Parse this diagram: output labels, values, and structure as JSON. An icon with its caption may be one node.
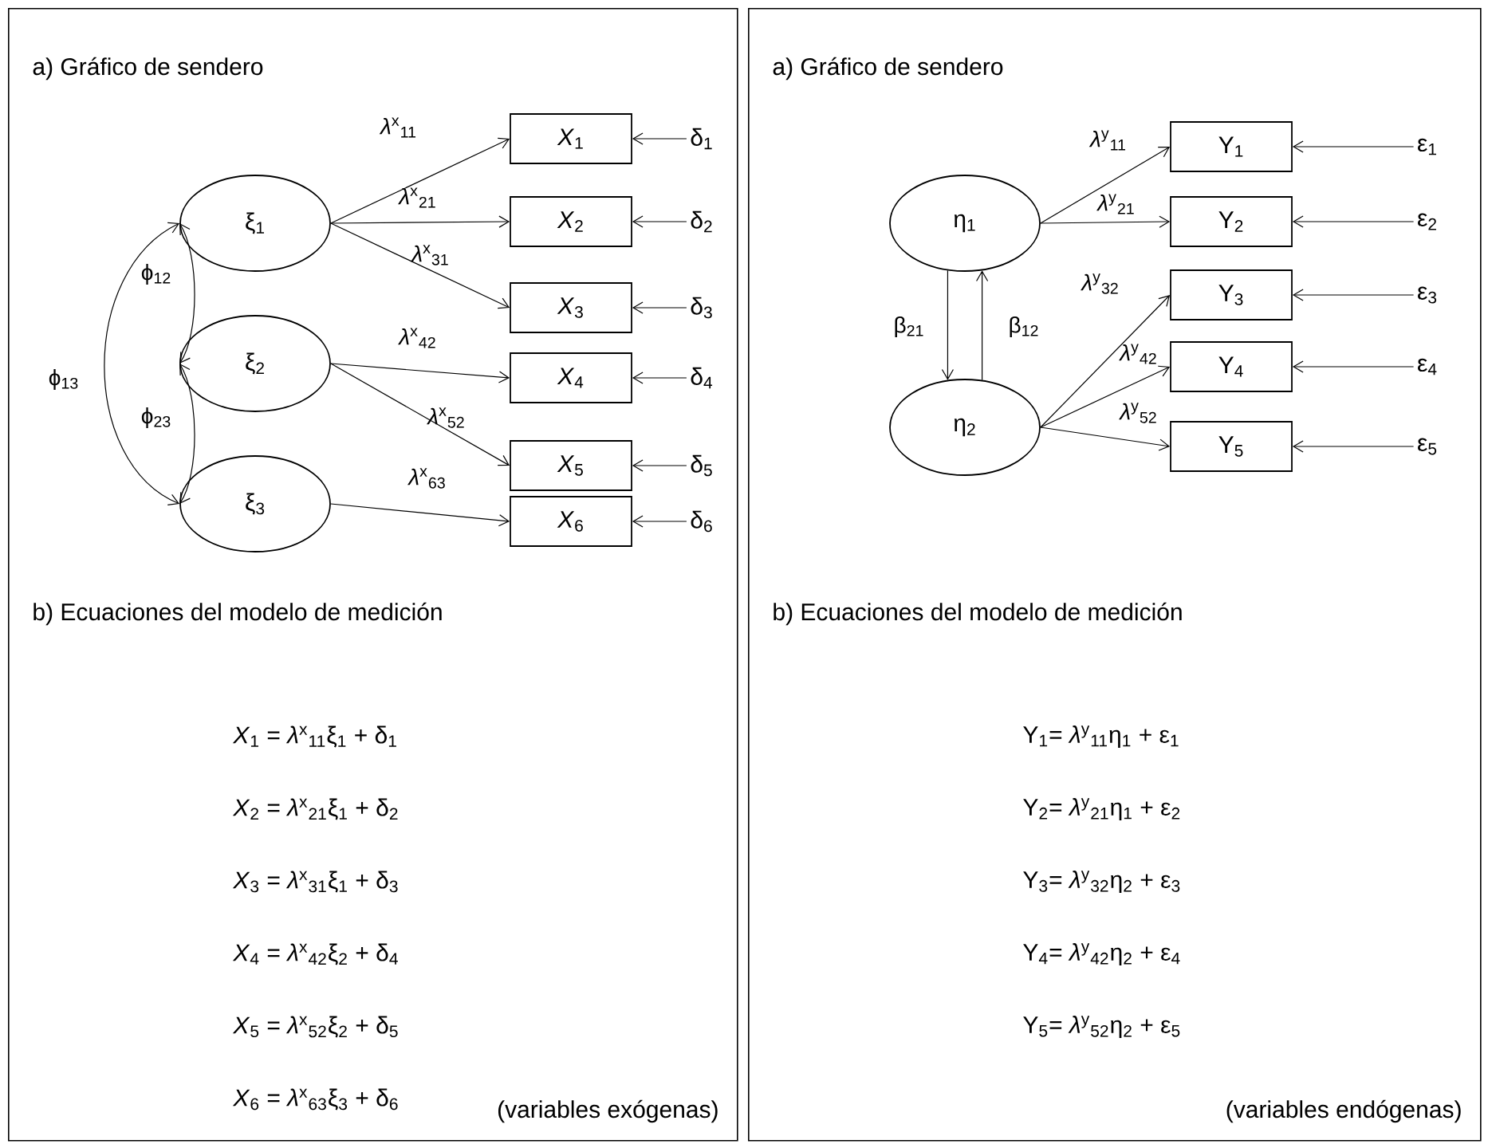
{
  "diagram": {
    "nodes": [
      {
        "text": [
          "a) Gráfico de sendero",
          "b) Ecuaciones del modelo de medición",
          "(variables exógenas)"
        ]
      },
      {
        "text": [
          "a) Gráfico de sendero",
          "b) Ecuaciones del modelo de medición",
          "(variables endógenas)"
        ]
      },
      {
        "text": [
          "ξ$_{1}$"
        ],
        "in": 0
      },
      {
        "text": [
          "ξ$_{2}$"
        ],
        "in": 0
      },
      {
        "text": [
          "ξ$_{3}$"
        ],
        "in": 0
      },
      {
        "text": [
          "*X*$_{1}$"
        ],
        "in": 0
      },
      {
        "text": [
          "*X*$_{2}$"
        ],
        "in": 0
      },
      {
        "text": [
          "*X*$_{3}$"
        ],
        "in": 0
      },
      {
        "text": [
          "*X*$_{4}$"
        ],
        "in": 0
      },
      {
        "text": [
          "*X*$_{5}$"
        ],
        "in": 0
      },
      {
        "text": [
          "*X*$_{6}$"
        ],
        "in": 0
      },
      {
        "text": [
          "δ$_{1}$"
        ],
        "in": 0
      },
      {
        "text": [
          "δ$_{2}$"
        ],
        "in": 0
      },
      {
        "text": [
          "δ$_{3}$"
        ],
        "in": 0
      },
      {
        "text": [
          "δ$_{4}$"
        ],
        "in": 0
      },
      {
        "text": [
          "δ$_{5}$"
        ],
        "in": 0
      },
      {
        "text": [
          "δ$_{6}$"
        ],
        "in": 0
      },
      {
        "text": [
          "η$_{1}$"
        ],
        "in": 1
      },
      {
        "text": [
          "η$_{2}$"
        ],
        "in": 1
      },
      {
        "text": [
          "Y$_{1}$"
        ],
        "in": 1
      },
      {
        "text": [
          "Y$_{2}$"
        ],
        "in": 1
      },
      {
        "text": [
          "Y$_{3}$"
        ],
        "in": 1
      },
      {
        "text": [
          "Y$_{4}$"
        ],
        "in": 1
      },
      {
        "text": [
          "Y$_{5}$"
        ],
        "in": 1
      },
      {
        "text": [
          "ε$_{1}$"
        ],
        "in": 1
      },
      {
        "text": [
          "ε$_{2}$"
        ],
        "in": 1
      },
      {
        "text": [
          "ε$_{3}$"
        ],
        "in": 1
      },
      {
        "text": [
          "ε$_{4}$"
        ],
        "in": 1
      },
      {
        "text": [
          "ε$_{5}$"
        ],
        "in": 1
      }
    ],
    "edges": [
      {
        "from": 2,
        "to": 5,
        "arrow": "to",
        "label": "*λ*$^{x}$$_{11}$"
      },
      {
        "from": 2,
        "to": 6,
        "arrow": "to",
        "label": "*λ*$^{x}$$_{21}$"
      },
      {
        "from": 2,
        "to": 7,
        "arrow": "to",
        "label": "*λ*$^{x}$$_{31}$"
      },
      {
        "from": 3,
        "to": 8,
        "arrow": "to",
        "label": "*λ*$^{x}$$_{42}$"
      },
      {
        "from": 3,
        "to": 9,
        "arrow": "to",
        "label": "*λ*$^{x}$$_{52}$"
      },
      {
        "from": 4,
        "to": 10,
        "arrow": "to",
        "label": "*λ*$^{x}$$_{63}$"
      },
      {
        "from": 11,
        "to": 5,
        "arrow": "to"
      },
      {
        "from": 12,
        "to": 6,
        "arrow": "to"
      },
      {
        "from": 13,
        "to": 7,
        "arrow": "to"
      },
      {
        "from": 14,
        "to": 8,
        "arrow": "to"
      },
      {
        "from": 15,
        "to": 9,
        "arrow": "to"
      },
      {
        "from": 16,
        "to": 10,
        "arrow": "to"
      },
      {
        "from": 2,
        "to": 3,
        "arrow": "both",
        "label": "ϕ$_{12}$"
      },
      {
        "from": 3,
        "to": 4,
        "arrow": "both",
        "label": "ϕ$_{23}$"
      },
      {
        "from": 2,
        "to": 4,
        "arrow": "both",
        "label": "ϕ$_{13}$"
      },
      {
        "from": 17,
        "to": 19,
        "arrow": "to",
        "label": "*λ*$^{y}$$_{11}$"
      },
      {
        "from": 17,
        "to": 20,
        "arrow": "to",
        "label": "*λ*$^{y}$$_{21}$"
      },
      {
        "from": 18,
        "to": 21,
        "arrow": "to",
        "label": "*λ*$^{y}$$_{32}$"
      },
      {
        "from": 18,
        "to": 22,
        "arrow": "to",
        "label": "*λ*$^{y}$$_{42}$"
      },
      {
        "from": 18,
        "to": 23,
        "arrow": "to",
        "label": "*λ*$^{y}$$_{52}$"
      },
      {
        "from": 24,
        "to": 19,
        "arrow": "to"
      },
      {
        "from": 25,
        "to": 20,
        "arrow": "to"
      },
      {
        "from": 26,
        "to": 21,
        "arrow": "to"
      },
      {
        "from": 27,
        "to": 22,
        "arrow": "to"
      },
      {
        "from": 28,
        "to": 23,
        "arrow": "to"
      },
      {
        "from": 17,
        "to": 18,
        "arrow": "to",
        "label": "β$_{21}$"
      },
      {
        "from": 18,
        "to": 17,
        "arrow": "to",
        "label": "β$_{12}$"
      }
    ],
    "labels": [
      "*X*$_{1}$ = *λ*$^{x}$$_{11}$ξ$_{1}$ + δ$_{1}$",
      "*X*$_{2}$ = *λ*$^{x}$$_{21}$ξ$_{1}$ + δ$_{2}$",
      "*X*$_{3}$ = *λ*$^{x}$$_{31}$ξ$_{1}$ + δ$_{3}$",
      "*X*$_{4}$ = *λ*$^{x}$$_{42}$ξ$_{2}$ + δ$_{4}$",
      "*X*$_{5}$ = *λ*$^{x}$$_{52}$ξ$_{2}$ + δ$_{5}$",
      "*X*$_{6}$ = *λ*$^{x}$$_{63}$ξ$_{3}$ + δ$_{6}$",
      "Y$_{1}$= *λ*$^{y}$$_{11}$η$_{1}$ + ε$_{1}$",
      "Y$_{2}$= *λ*$^{y}$$_{21}$η$_{1}$ + ε$_{2}$",
      "Y$_{3}$= *λ*$^{y}$$_{32}$η$_{2}$ + ε$_{3}$",
      "Y$_{4}$= *λ*$^{y}$$_{42}$η$_{2}$ + ε$_{4}$",
      "Y$_{5}$= *λ*$^{y}$$_{52}$η$_{2}$ + ε$_{5}$"
    ]
  }
}
